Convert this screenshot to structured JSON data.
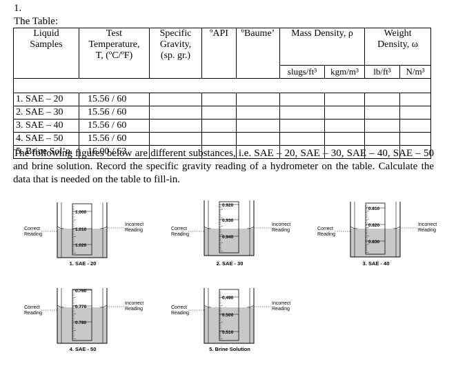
{
  "question_number": "1.",
  "table_label": "The Table:",
  "table": {
    "headers": {
      "samples": [
        "Liquid",
        "Samples"
      ],
      "temperature": [
        "Test",
        "Temperature,",
        "T, (ºC/ºF)"
      ],
      "sg": [
        "Specific",
        "Gravity,",
        "(sp. gr.)"
      ],
      "api": "ºAPI",
      "baume": "ºBaume’",
      "mass_density": "Mass Density, ρ",
      "weight_density": [
        "Weight",
        "Density, ω"
      ],
      "units": [
        "slugs/ft³",
        "kgm/m³",
        "lb/ft³",
        "N/m³"
      ]
    },
    "rows": [
      {
        "sample": "1. SAE – 20",
        "temp": "15.56 / 60"
      },
      {
        "sample": "2. SAE – 30",
        "temp": "15.56 / 60"
      },
      {
        "sample": "3. SAE – 40",
        "temp": "15.56 / 60"
      },
      {
        "sample": "4. SAE – 50",
        "temp": "15.56 / 60"
      },
      {
        "sample": "5. Brine Sol’n.",
        "temp": "16.00 / 63"
      }
    ]
  },
  "instructions": "The following figures below are different substances, i.e. SAE – 20, SAE – 30, SAE – 40, SAE – 50 and brine solution. Record the specific gravity reading of a hydrometer on the table. Calculate the data that is needed on the table to fill-in.",
  "figures": [
    {
      "caption": "1. SAE - 20",
      "scale": [
        "1.000",
        "1.010",
        "1.020"
      ],
      "correct": [
        "Correct",
        "Reading"
      ],
      "incorrect": [
        "Incorrect",
        "Reading"
      ]
    },
    {
      "caption": "2. SAE - 30",
      "scale": [
        "0.920",
        "0.930",
        "0.940"
      ],
      "correct": [
        "Correct",
        "Reading"
      ],
      "incorrect": [
        "Incorrect",
        "Reading"
      ]
    },
    {
      "caption": "3. SAE - 40",
      "scale": [
        "0.810",
        "0.820",
        "0.830"
      ],
      "correct": [
        "Correct",
        "Reading"
      ],
      "incorrect": [
        "Incorrect",
        "Reading"
      ]
    },
    {
      "caption": "4. SAE - 50",
      "scale": [
        "0.760",
        "0.770",
        "0.780"
      ],
      "correct": [
        "Correct",
        "Reading"
      ],
      "incorrect": [
        "Incorrect",
        "Reading"
      ]
    },
    {
      "caption": "5. Brine Solution",
      "scale": [
        "0.490",
        "0.500",
        "0.510"
      ],
      "correct": [
        "Correct",
        "Reading"
      ],
      "incorrect": [
        "Incorrect",
        "Reading"
      ]
    }
  ],
  "colors": {
    "liquid": "#c8c8c8",
    "line": "#000000"
  }
}
